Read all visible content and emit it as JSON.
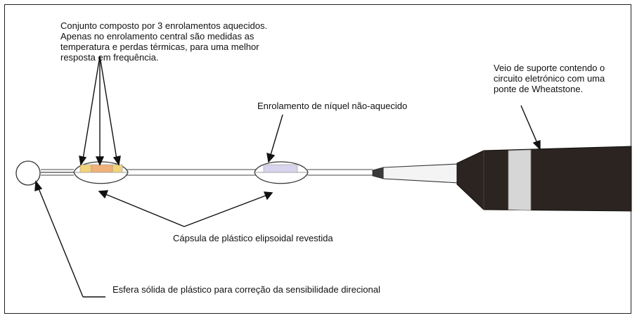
{
  "labels": {
    "windings": [
      "Conjunto composto por 3 enrolamentos aquecidos.",
      "Apenas no enrolamento central são medidas as",
      "temperatura e perdas térmicas, para uma melhor",
      "resposta em frequência."
    ],
    "nickel": "Enrolamento de níquel não-aquecido",
    "shaft": [
      "Veio de suporte contendo o",
      "circuito eletrónico com uma",
      "ponte de Wheatstone."
    ],
    "capsule": "Cápsula de plástico elipsoidal revestida",
    "sphere": "Esfera sólida de plástico para correção da sensibilidade direcional"
  },
  "colors": {
    "heated_outer_winding": "#f2d27a",
    "heated_center_winding": "#f0b27a",
    "unheated_winding": "#d9d4ee",
    "shaft_body": "#2b2420",
    "shaft_band": "#d6d6d6"
  }
}
